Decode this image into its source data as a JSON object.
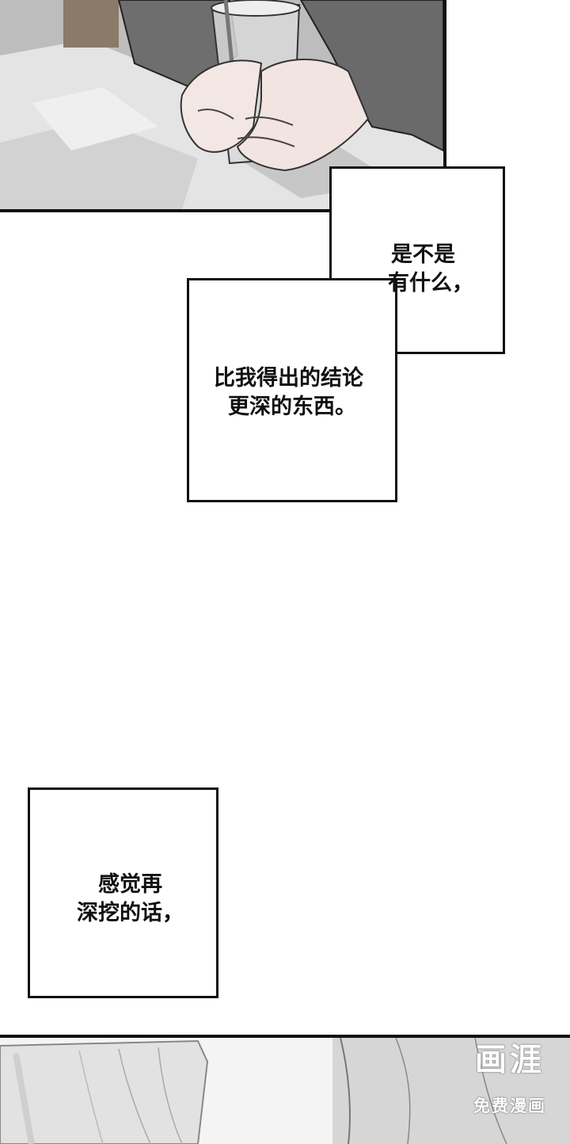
{
  "dialogue": {
    "box1": {
      "line1": "是不是",
      "line2": "有什么，"
    },
    "box2": {
      "line1": "比我得出的结论",
      "line2": "更深的东西。"
    },
    "box3": {
      "line1": "感觉再",
      "line2": "深挖的话，"
    }
  },
  "watermark": {
    "logo": "画涯",
    "subtitle": "免费漫画"
  },
  "colors": {
    "ink": "#111111",
    "paper": "#ffffff",
    "table": "#d8d8d8",
    "sleeve": "#6a6a6a",
    "skin": "#f2e6e2"
  }
}
